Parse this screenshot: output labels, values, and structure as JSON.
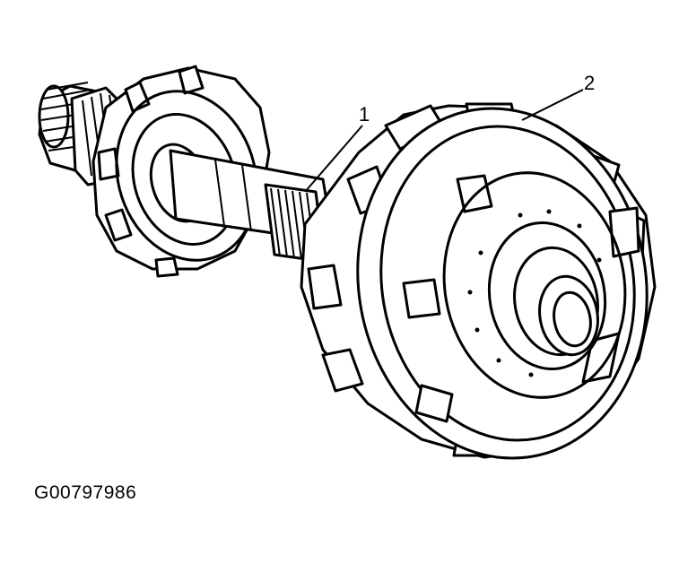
{
  "callouts": [
    {
      "label": "1"
    },
    {
      "label": "2"
    }
  ],
  "figure_id": "G00797986"
}
